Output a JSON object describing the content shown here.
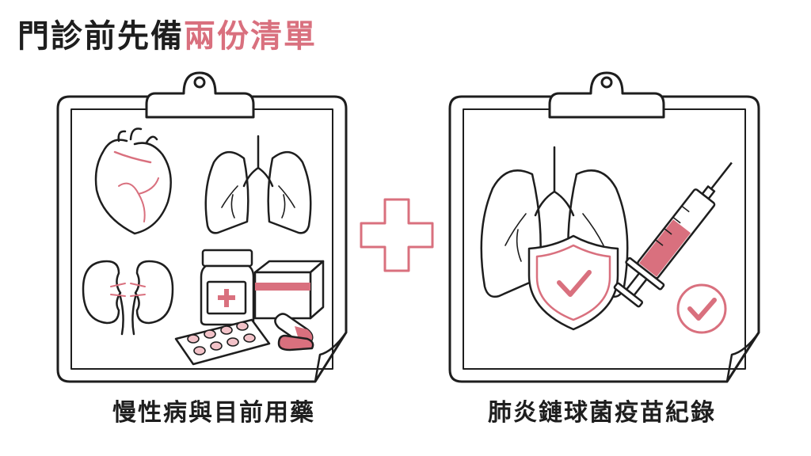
{
  "title": {
    "part1": "門診前先備",
    "part2": "兩份清單"
  },
  "colors": {
    "accent": "#d9707e",
    "ink": "#1e1e1e",
    "paper": "#ffffff"
  },
  "left_card": {
    "caption": "慢性病與目前用藥",
    "icons": [
      "heart-icon",
      "lungs-icon",
      "kidneys-icon",
      "medicine-bottle-icon",
      "medicine-box-icon",
      "pill-blister-icon",
      "capsule-icon"
    ]
  },
  "right_card": {
    "caption": "肺炎鏈球菌疫苗紀錄",
    "icons": [
      "lungs-icon",
      "shield-check-icon",
      "syringe-icon",
      "check-circle-icon"
    ]
  },
  "plus_icon": "plus-icon"
}
